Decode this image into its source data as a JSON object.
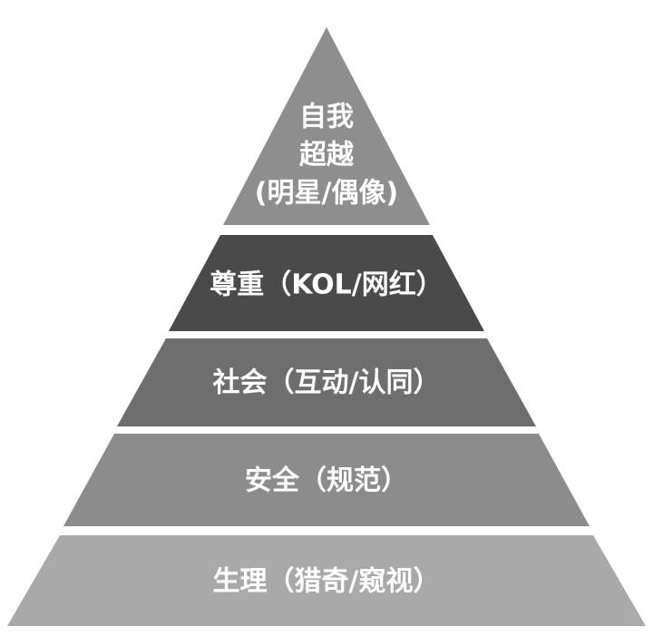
{
  "diagram": {
    "type": "pyramid",
    "tiers": [
      {
        "id": "self-transcendence",
        "lines": [
          "自我",
          "超越",
          "(明星/偶像)"
        ],
        "color": "#8e8e8e"
      },
      {
        "id": "esteem",
        "lines": [
          "尊重（KOL/网红）"
        ],
        "color": "#4a4a4a"
      },
      {
        "id": "social",
        "lines": [
          "社会（互动/认同）"
        ],
        "color": "#6e6e6e"
      },
      {
        "id": "safety",
        "lines": [
          "安全（规范）"
        ],
        "color": "#8c8c8c"
      },
      {
        "id": "physiological",
        "lines": [
          "生理（猎奇/窥视）"
        ],
        "color": "#a9a9a9"
      }
    ]
  }
}
